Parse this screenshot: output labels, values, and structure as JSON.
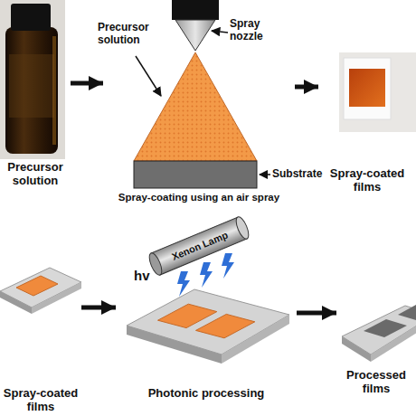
{
  "diagram": {
    "nodes": [
      {
        "text": [
          "Precursor solution"
        ]
      },
      {
        "text": [
          "Spray-coating using an air spray"
        ]
      },
      {
        "text": [
          "Spray-coated films"
        ]
      },
      {
        "text": [
          "Spray-coated films"
        ]
      },
      {
        "text": [
          "Photonic processing"
        ]
      },
      {
        "text": [
          "Processed films"
        ]
      }
    ],
    "edges": [
      {
        "from": 0,
        "to": 1,
        "arrow": "to"
      },
      {
        "from": 1,
        "to": 2,
        "arrow": "to"
      },
      {
        "from": 3,
        "to": 4,
        "arrow": "to"
      },
      {
        "from": 4,
        "to": 5,
        "arrow": "to"
      }
    ],
    "labels": [
      "Precursor solution",
      "Spray nozzle",
      "Substrate",
      "Xenon Lamp",
      "hv"
    ]
  }
}
